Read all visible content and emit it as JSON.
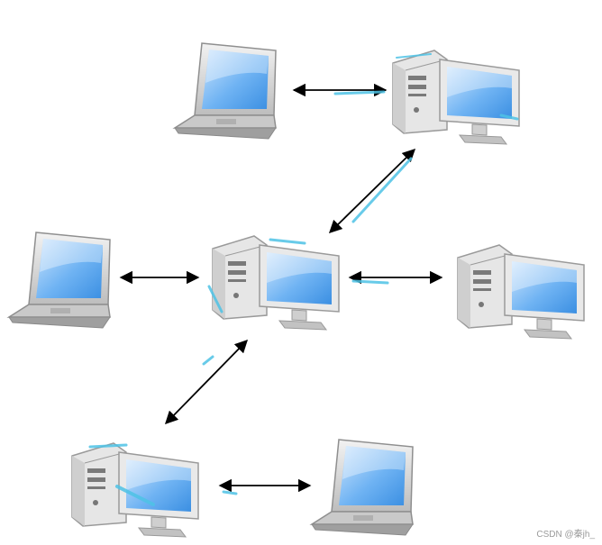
{
  "diagram": {
    "nodes": [
      {
        "id": "laptop-top",
        "type": "laptop"
      },
      {
        "id": "desktop-top-right",
        "type": "desktop"
      },
      {
        "id": "laptop-left",
        "type": "laptop"
      },
      {
        "id": "desktop-center",
        "type": "desktop"
      },
      {
        "id": "desktop-right",
        "type": "desktop"
      },
      {
        "id": "desktop-bottom-left",
        "type": "desktop"
      },
      {
        "id": "laptop-bottom-right",
        "type": "laptop"
      }
    ],
    "links": [
      {
        "from": "laptop-top",
        "to": "desktop-top-right"
      },
      {
        "from": "desktop-top-right",
        "to": "desktop-center"
      },
      {
        "from": "laptop-left",
        "to": "desktop-center"
      },
      {
        "from": "desktop-center",
        "to": "desktop-right"
      },
      {
        "from": "desktop-center",
        "to": "desktop-bottom-left"
      },
      {
        "from": "desktop-bottom-left",
        "to": "laptop-bottom-right"
      }
    ],
    "arrow_style": "bidirectional"
  },
  "colors": {
    "screen": "#5aa6f0",
    "screen_light": "#cfe6fd",
    "body": "#d9d9d9",
    "body_dark": "#a8a8a8",
    "arrow": "#000000",
    "glitch": "#4ec3e6"
  },
  "watermark": "CSDN @秦jh_"
}
